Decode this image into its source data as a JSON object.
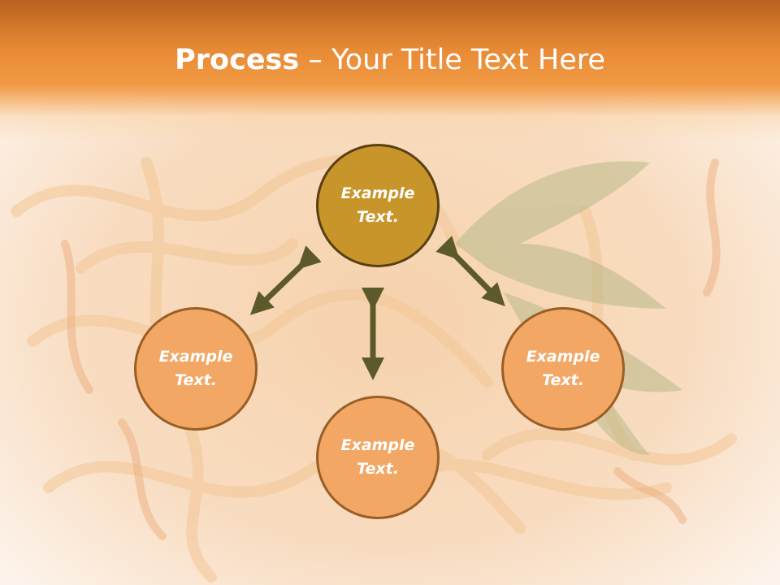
{
  "title": {
    "bold": "Process",
    "separator": " – ",
    "rest": "Your Title Text Here"
  },
  "nodes": {
    "top": "Example\nText.",
    "left": "Example\nText.",
    "right": "Example\nText.",
    "bottom": "Example\nText."
  },
  "colors": {
    "header": "#f19a45",
    "node_top": "#c8952a",
    "node_other": "#f2a765",
    "arrow": "#5c5a2a"
  }
}
